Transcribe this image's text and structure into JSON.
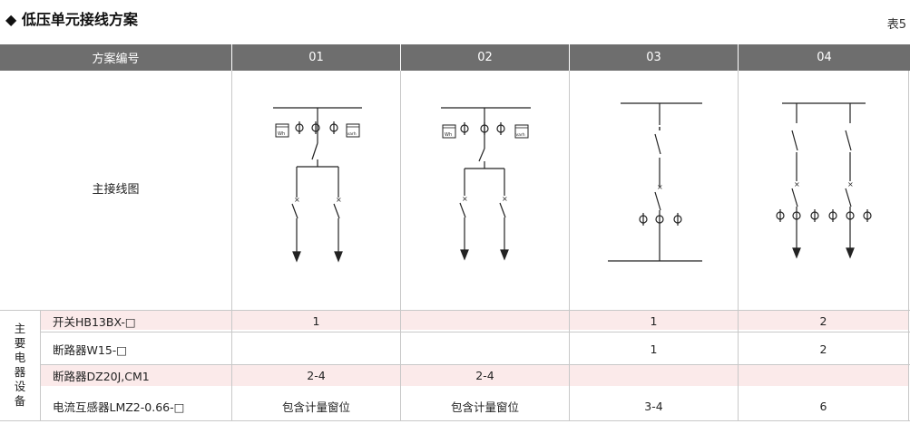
{
  "header": {
    "title": "◆ 低压单元接线方案",
    "table_no": "表5"
  },
  "table": {
    "col_header": "方案编号",
    "scheme_ids": [
      "01",
      "02",
      "03",
      "04"
    ],
    "diagram_label": "主接线图",
    "group_label": [
      "主",
      "要",
      "电",
      "器",
      "设",
      "备"
    ],
    "rows": [
      {
        "label": "开关HB13BX-□",
        "values": [
          "1",
          "",
          "1",
          "2"
        ]
      },
      {
        "label": "断路器W15-□",
        "values": [
          "",
          "",
          "1",
          "2"
        ]
      },
      {
        "label": "断路器DZ20J,CM1",
        "values": [
          "2-4",
          "2-4",
          "",
          ""
        ]
      },
      {
        "label": "电流互感器LMZ2-0.66-□",
        "values": [
          "包含计量窗位",
          "包含计量窗位",
          "3-4",
          "6"
        ]
      }
    ],
    "meter_labels": {
      "wh": "Wh",
      "varh": "varh"
    }
  },
  "colors": {
    "header_bg": "#6e6e6e",
    "row_highlight": "#fbeaea",
    "grid": "#c8c8c8"
  }
}
